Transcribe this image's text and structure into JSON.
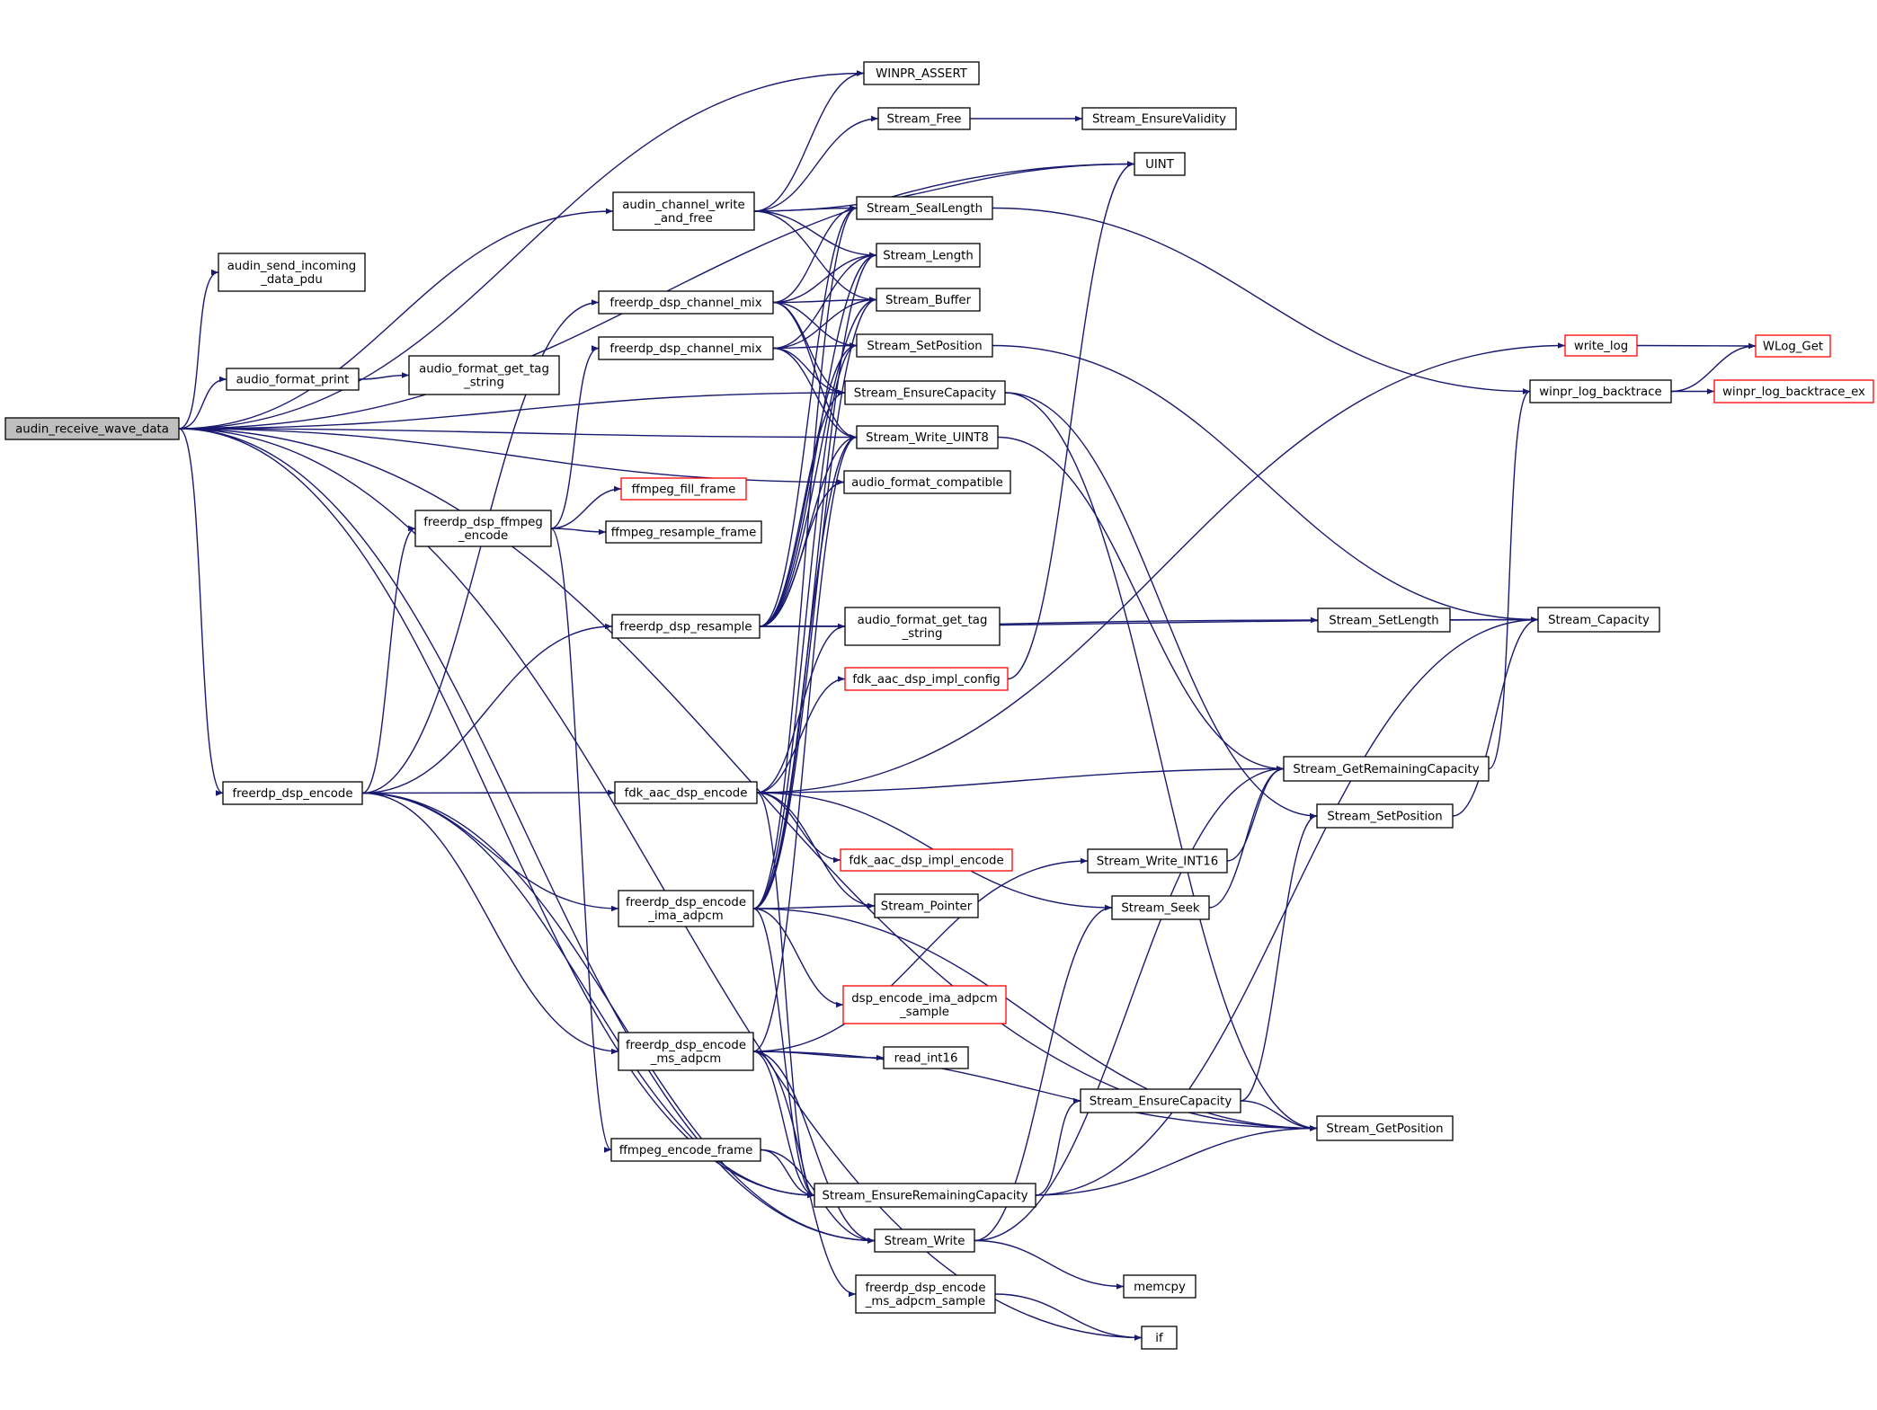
{
  "diagram": {
    "title": "",
    "colors": {
      "edge": "#191970",
      "node_border": "#000000",
      "external_border": "#ff0000",
      "root_fill": "#bfbfbf"
    },
    "nodes": [
      {
        "id": "audin_receive_wave_data",
        "lines": [
          "audin_receive_wave_data"
        ],
        "style": "root"
      },
      {
        "id": "WINPR_ASSERT",
        "lines": [
          "WINPR_ASSERT"
        ]
      },
      {
        "id": "audin_channel_write_and_free",
        "lines": [
          "audin_channel_write",
          "_and_free"
        ]
      },
      {
        "id": "audin_send_incoming_data_pdu",
        "lines": [
          "audin_send_incoming",
          "_data_pdu"
        ]
      },
      {
        "id": "audio_format_print",
        "lines": [
          "audio_format_print"
        ]
      },
      {
        "id": "audio_format_get_tag_string_1",
        "lines": [
          "audio_format_get_tag",
          "_string"
        ]
      },
      {
        "id": "Stream_Write_UINT8",
        "lines": [
          "Stream_Write_UINT8"
        ]
      },
      {
        "id": "audio_format_compatible",
        "lines": [
          "audio_format_compatible"
        ]
      },
      {
        "id": "freerdp_dsp_encode",
        "lines": [
          "freerdp_dsp_encode"
        ]
      },
      {
        "id": "Stream_EnsureRemainingCapacity",
        "lines": [
          "Stream_EnsureRemainingCapacity"
        ]
      },
      {
        "id": "Stream_Write",
        "lines": [
          "Stream_Write"
        ]
      },
      {
        "id": "if",
        "lines": [
          "if"
        ]
      },
      {
        "id": "Stream_GetPosition",
        "lines": [
          "Stream_GetPosition"
        ]
      },
      {
        "id": "Stream_Free",
        "lines": [
          "Stream_Free"
        ]
      },
      {
        "id": "Stream_EnsureValidity",
        "lines": [
          "Stream_EnsureValidity"
        ]
      },
      {
        "id": "UINT",
        "lines": [
          "UINT"
        ]
      },
      {
        "id": "Stream_SealLength",
        "lines": [
          "Stream_SealLength"
        ]
      },
      {
        "id": "Stream_Length",
        "lines": [
          "Stream_Length"
        ]
      },
      {
        "id": "Stream_Buffer",
        "lines": [
          "Stream_Buffer"
        ]
      },
      {
        "id": "freerdp_dsp_channel_mix_1",
        "lines": [
          "freerdp_dsp_channel_mix"
        ]
      },
      {
        "id": "freerdp_dsp_channel_mix_2",
        "lines": [
          "freerdp_dsp_channel_mix"
        ]
      },
      {
        "id": "Stream_SetPosition_1",
        "lines": [
          "Stream_SetPosition"
        ]
      },
      {
        "id": "Stream_EnsureCapacity_1",
        "lines": [
          "Stream_EnsureCapacity"
        ]
      },
      {
        "id": "freerdp_dsp_ffmpeg_encode",
        "lines": [
          "freerdp_dsp_ffmpeg",
          "_encode"
        ]
      },
      {
        "id": "ffmpeg_fill_frame",
        "lines": [
          "ffmpeg_fill_frame"
        ],
        "style": "red"
      },
      {
        "id": "ffmpeg_resample_frame",
        "lines": [
          "ffmpeg_resample_frame"
        ]
      },
      {
        "id": "freerdp_dsp_resample",
        "lines": [
          "freerdp_dsp_resample"
        ]
      },
      {
        "id": "audio_format_get_tag_string_2",
        "lines": [
          "audio_format_get_tag",
          "_string"
        ]
      },
      {
        "id": "fdk_aac_dsp_impl_config",
        "lines": [
          "fdk_aac_dsp_impl_config"
        ],
        "style": "red"
      },
      {
        "id": "fdk_aac_dsp_encode",
        "lines": [
          "fdk_aac_dsp_encode"
        ]
      },
      {
        "id": "fdk_aac_dsp_impl_encode",
        "lines": [
          "fdk_aac_dsp_impl_encode"
        ],
        "style": "red"
      },
      {
        "id": "freerdp_dsp_encode_ima_adpcm",
        "lines": [
          "freerdp_dsp_encode",
          "_ima_adpcm"
        ]
      },
      {
        "id": "Stream_Pointer",
        "lines": [
          "Stream_Pointer"
        ]
      },
      {
        "id": "dsp_encode_ima_adpcm_sample",
        "lines": [
          "dsp_encode_ima_adpcm",
          "_sample"
        ],
        "style": "red"
      },
      {
        "id": "freerdp_dsp_encode_ms_adpcm",
        "lines": [
          "freerdp_dsp_encode",
          "_ms_adpcm"
        ]
      },
      {
        "id": "read_int16",
        "lines": [
          "read_int16"
        ]
      },
      {
        "id": "ffmpeg_encode_frame",
        "lines": [
          "ffmpeg_encode_frame"
        ]
      },
      {
        "id": "freerdp_dsp_encode_ms_adpcm_sample",
        "lines": [
          "freerdp_dsp_encode",
          "_ms_adpcm_sample"
        ]
      },
      {
        "id": "Stream_Write_INT16",
        "lines": [
          "Stream_Write_INT16"
        ]
      },
      {
        "id": "Stream_Seek",
        "lines": [
          "Stream_Seek"
        ]
      },
      {
        "id": "Stream_EnsureCapacity_2",
        "lines": [
          "Stream_EnsureCapacity"
        ]
      },
      {
        "id": "memcpy",
        "lines": [
          "memcpy"
        ]
      },
      {
        "id": "write_log",
        "lines": [
          "write_log"
        ],
        "style": "red"
      },
      {
        "id": "winpr_log_backtrace",
        "lines": [
          "winpr_log_backtrace"
        ]
      },
      {
        "id": "Stream_SetLength",
        "lines": [
          "Stream_SetLength"
        ]
      },
      {
        "id": "Stream_GetRemainingCapacity",
        "lines": [
          "Stream_GetRemainingCapacity"
        ]
      },
      {
        "id": "Stream_SetPosition_2",
        "lines": [
          "Stream_SetPosition"
        ]
      },
      {
        "id": "Stream_Capacity",
        "lines": [
          "Stream_Capacity"
        ]
      },
      {
        "id": "WLog_Get",
        "lines": [
          "WLog_Get"
        ],
        "style": "red"
      },
      {
        "id": "winpr_log_backtrace_ex",
        "lines": [
          "winpr_log_backtrace_ex"
        ],
        "style": "red"
      }
    ],
    "edges": [
      [
        "audin_receive_wave_data",
        "UINT"
      ],
      [
        "audin_receive_wave_data",
        "WINPR_ASSERT"
      ],
      [
        "audin_receive_wave_data",
        "audin_channel_write_and_free"
      ],
      [
        "audin_receive_wave_data",
        "audin_send_incoming_data_pdu"
      ],
      [
        "audin_receive_wave_data",
        "audio_format_print"
      ],
      [
        "audin_receive_wave_data",
        "audio_format_compatible"
      ],
      [
        "audin_receive_wave_data",
        "Stream_Write_UINT8"
      ],
      [
        "audin_receive_wave_data",
        "Stream_EnsureCapacity_1"
      ],
      [
        "audin_receive_wave_data",
        "freerdp_dsp_encode"
      ],
      [
        "audin_receive_wave_data",
        "Stream_EnsureRemainingCapacity"
      ],
      [
        "audin_receive_wave_data",
        "Stream_Write"
      ],
      [
        "audin_receive_wave_data",
        "if"
      ],
      [
        "audin_receive_wave_data",
        "Stream_GetPosition"
      ],
      [
        "audio_format_print",
        "audio_format_get_tag_string_1"
      ],
      [
        "audin_channel_write_and_free",
        "WINPR_ASSERT"
      ],
      [
        "audin_channel_write_and_free",
        "Stream_Free"
      ],
      [
        "audin_channel_write_and_free",
        "UINT"
      ],
      [
        "audin_channel_write_and_free",
        "Stream_SealLength"
      ],
      [
        "audin_channel_write_and_free",
        "Stream_Length"
      ],
      [
        "audin_channel_write_and_free",
        "Stream_Buffer"
      ],
      [
        "Stream_Free",
        "Stream_EnsureValidity"
      ],
      [
        "freerdp_dsp_encode",
        "freerdp_dsp_channel_mix_1"
      ],
      [
        "freerdp_dsp_encode",
        "freerdp_dsp_ffmpeg_encode"
      ],
      [
        "freerdp_dsp_encode",
        "freerdp_dsp_resample"
      ],
      [
        "freerdp_dsp_encode",
        "fdk_aac_dsp_encode"
      ],
      [
        "freerdp_dsp_encode",
        "freerdp_dsp_encode_ima_adpcm"
      ],
      [
        "freerdp_dsp_encode",
        "freerdp_dsp_encode_ms_adpcm"
      ],
      [
        "freerdp_dsp_encode",
        "Stream_EnsureRemainingCapacity"
      ],
      [
        "freerdp_dsp_encode",
        "Stream_Write"
      ],
      [
        "freerdp_dsp_channel_mix_1",
        "Stream_SealLength"
      ],
      [
        "freerdp_dsp_channel_mix_1",
        "Stream_Length"
      ],
      [
        "freerdp_dsp_channel_mix_1",
        "Stream_Buffer"
      ],
      [
        "freerdp_dsp_channel_mix_1",
        "Stream_SetPosition_1"
      ],
      [
        "freerdp_dsp_channel_mix_1",
        "Stream_EnsureCapacity_1"
      ],
      [
        "freerdp_dsp_channel_mix_1",
        "Stream_Write_UINT8"
      ],
      [
        "freerdp_dsp_channel_mix_2",
        "Stream_Length"
      ],
      [
        "freerdp_dsp_channel_mix_2",
        "Stream_Buffer"
      ],
      [
        "freerdp_dsp_channel_mix_2",
        "Stream_SetPosition_1"
      ],
      [
        "freerdp_dsp_channel_mix_2",
        "Stream_EnsureCapacity_1"
      ],
      [
        "freerdp_dsp_channel_mix_2",
        "Stream_Write_UINT8"
      ],
      [
        "freerdp_dsp_ffmpeg_encode",
        "freerdp_dsp_channel_mix_2"
      ],
      [
        "freerdp_dsp_ffmpeg_encode",
        "ffmpeg_fill_frame"
      ],
      [
        "freerdp_dsp_ffmpeg_encode",
        "ffmpeg_resample_frame"
      ],
      [
        "freerdp_dsp_ffmpeg_encode",
        "ffmpeg_encode_frame"
      ],
      [
        "freerdp_dsp_resample",
        "Stream_SealLength"
      ],
      [
        "freerdp_dsp_resample",
        "Stream_Length"
      ],
      [
        "freerdp_dsp_resample",
        "Stream_Buffer"
      ],
      [
        "freerdp_dsp_resample",
        "Stream_SetPosition_1"
      ],
      [
        "freerdp_dsp_resample",
        "Stream_EnsureCapacity_1"
      ],
      [
        "freerdp_dsp_resample",
        "Stream_Write_UINT8"
      ],
      [
        "freerdp_dsp_resample",
        "audio_format_compatible"
      ],
      [
        "freerdp_dsp_resample",
        "audio_format_get_tag_string_2"
      ],
      [
        "freerdp_dsp_resample",
        "Stream_Capacity"
      ],
      [
        "freerdp_dsp_resample",
        "Stream_SetLength"
      ],
      [
        "fdk_aac_dsp_encode",
        "audio_format_get_tag_string_2"
      ],
      [
        "fdk_aac_dsp_encode",
        "fdk_aac_dsp_impl_config"
      ],
      [
        "fdk_aac_dsp_encode",
        "write_log"
      ],
      [
        "fdk_aac_dsp_encode",
        "Stream_GetRemainingCapacity"
      ],
      [
        "fdk_aac_dsp_encode",
        "Stream_Seek"
      ],
      [
        "fdk_aac_dsp_encode",
        "fdk_aac_dsp_impl_encode"
      ],
      [
        "fdk_aac_dsp_encode",
        "Stream_Pointer"
      ],
      [
        "fdk_aac_dsp_encode",
        "Stream_EnsureRemainingCapacity"
      ],
      [
        "freerdp_dsp_encode_ima_adpcm",
        "Stream_SealLength"
      ],
      [
        "freerdp_dsp_encode_ima_adpcm",
        "Stream_Length"
      ],
      [
        "freerdp_dsp_encode_ima_adpcm",
        "Stream_Buffer"
      ],
      [
        "freerdp_dsp_encode_ima_adpcm",
        "Stream_SetPosition_1"
      ],
      [
        "freerdp_dsp_encode_ima_adpcm",
        "Stream_Write_UINT8"
      ],
      [
        "freerdp_dsp_encode_ima_adpcm",
        "Stream_Pointer"
      ],
      [
        "freerdp_dsp_encode_ima_adpcm",
        "dsp_encode_ima_adpcm_sample"
      ],
      [
        "freerdp_dsp_encode_ima_adpcm",
        "Stream_EnsureRemainingCapacity"
      ],
      [
        "freerdp_dsp_encode_ima_adpcm",
        "Stream_GetPosition"
      ],
      [
        "freerdp_dsp_encode_ms_adpcm",
        "Stream_Write_UINT8"
      ],
      [
        "freerdp_dsp_encode_ms_adpcm",
        "read_int16"
      ],
      [
        "freerdp_dsp_encode_ms_adpcm",
        "Stream_Write_INT16"
      ],
      [
        "freerdp_dsp_encode_ms_adpcm",
        "Stream_EnsureRemainingCapacity"
      ],
      [
        "freerdp_dsp_encode_ms_adpcm",
        "Stream_Write"
      ],
      [
        "freerdp_dsp_encode_ms_adpcm",
        "freerdp_dsp_encode_ms_adpcm_sample"
      ],
      [
        "freerdp_dsp_encode_ms_adpcm",
        "Stream_GetPosition"
      ],
      [
        "ffmpeg_encode_frame",
        "Stream_EnsureRemainingCapacity"
      ],
      [
        "ffmpeg_encode_frame",
        "Stream_Write"
      ],
      [
        "Stream_Write",
        "memcpy"
      ],
      [
        "Stream_Write",
        "Stream_Seek"
      ],
      [
        "Stream_Write",
        "Stream_GetRemainingCapacity"
      ],
      [
        "Stream_EnsureRemainingCapacity",
        "Stream_EnsureCapacity_2"
      ],
      [
        "Stream_EnsureRemainingCapacity",
        "Stream_GetPosition"
      ],
      [
        "Stream_EnsureRemainingCapacity",
        "Stream_Capacity"
      ],
      [
        "Stream_EnsureCapacity_2",
        "Stream_GetPosition"
      ],
      [
        "Stream_EnsureCapacity_2",
        "Stream_SetPosition_2"
      ],
      [
        "Stream_EnsureCapacity_1",
        "Stream_SetPosition_2"
      ],
      [
        "Stream_EnsureCapacity_1",
        "Stream_GetPosition"
      ],
      [
        "Stream_Write_UINT8",
        "Stream_GetRemainingCapacity"
      ],
      [
        "Stream_Write_INT16",
        "Stream_GetRemainingCapacity"
      ],
      [
        "Stream_Seek",
        "Stream_GetRemainingCapacity"
      ],
      [
        "Stream_SealLength",
        "winpr_log_backtrace"
      ],
      [
        "Stream_SetPosition_1",
        "Stream_Capacity"
      ],
      [
        "Stream_SetLength",
        "Stream_Capacity"
      ],
      [
        "Stream_SetPosition_2",
        "Stream_Capacity"
      ],
      [
        "Stream_GetRemainingCapacity",
        "winpr_log_backtrace"
      ],
      [
        "fdk_aac_dsp_impl_config",
        "UINT"
      ],
      [
        "freerdp_dsp_encode_ms_adpcm_sample",
        "if"
      ],
      [
        "write_log",
        "WLog_Get"
      ],
      [
        "winpr_log_backtrace",
        "WLog_Get"
      ],
      [
        "winpr_log_backtrace",
        "winpr_log_backtrace_ex"
      ]
    ]
  }
}
